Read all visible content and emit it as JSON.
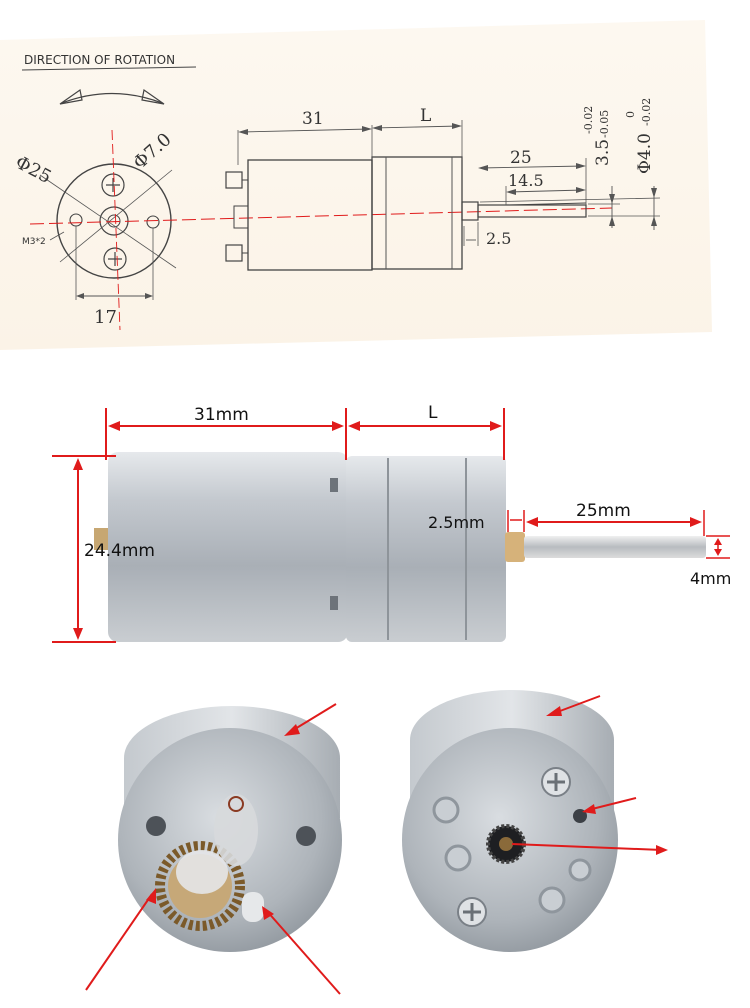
{
  "drawing": {
    "rotation_label": "DIRECTION OF ROTATION",
    "diameter_25": "Φ25",
    "diameter_7": "Φ7.0",
    "screw_label": "M3*2",
    "hole_spacing": "17",
    "body_length": "31",
    "gearbox_length": "L",
    "shaft_length": "25",
    "flat_length": "14.5",
    "collar_length": "2.5",
    "flat_dim": "3.5",
    "flat_tol": "-0.02\n-0.05",
    "shaft_diameter": "Φ4.0",
    "shaft_tol": "0\n-0.02"
  },
  "photo": {
    "body_length": "31mm",
    "gearbox_length": "L",
    "height": "24.4mm",
    "collar": "2.5mm",
    "shaft_length": "25mm",
    "shaft_diameter": "4mm"
  },
  "colors": {
    "dimension_red": "#e01b1b",
    "drawing_line": "#555555",
    "metal": "#b9bfc6"
  }
}
